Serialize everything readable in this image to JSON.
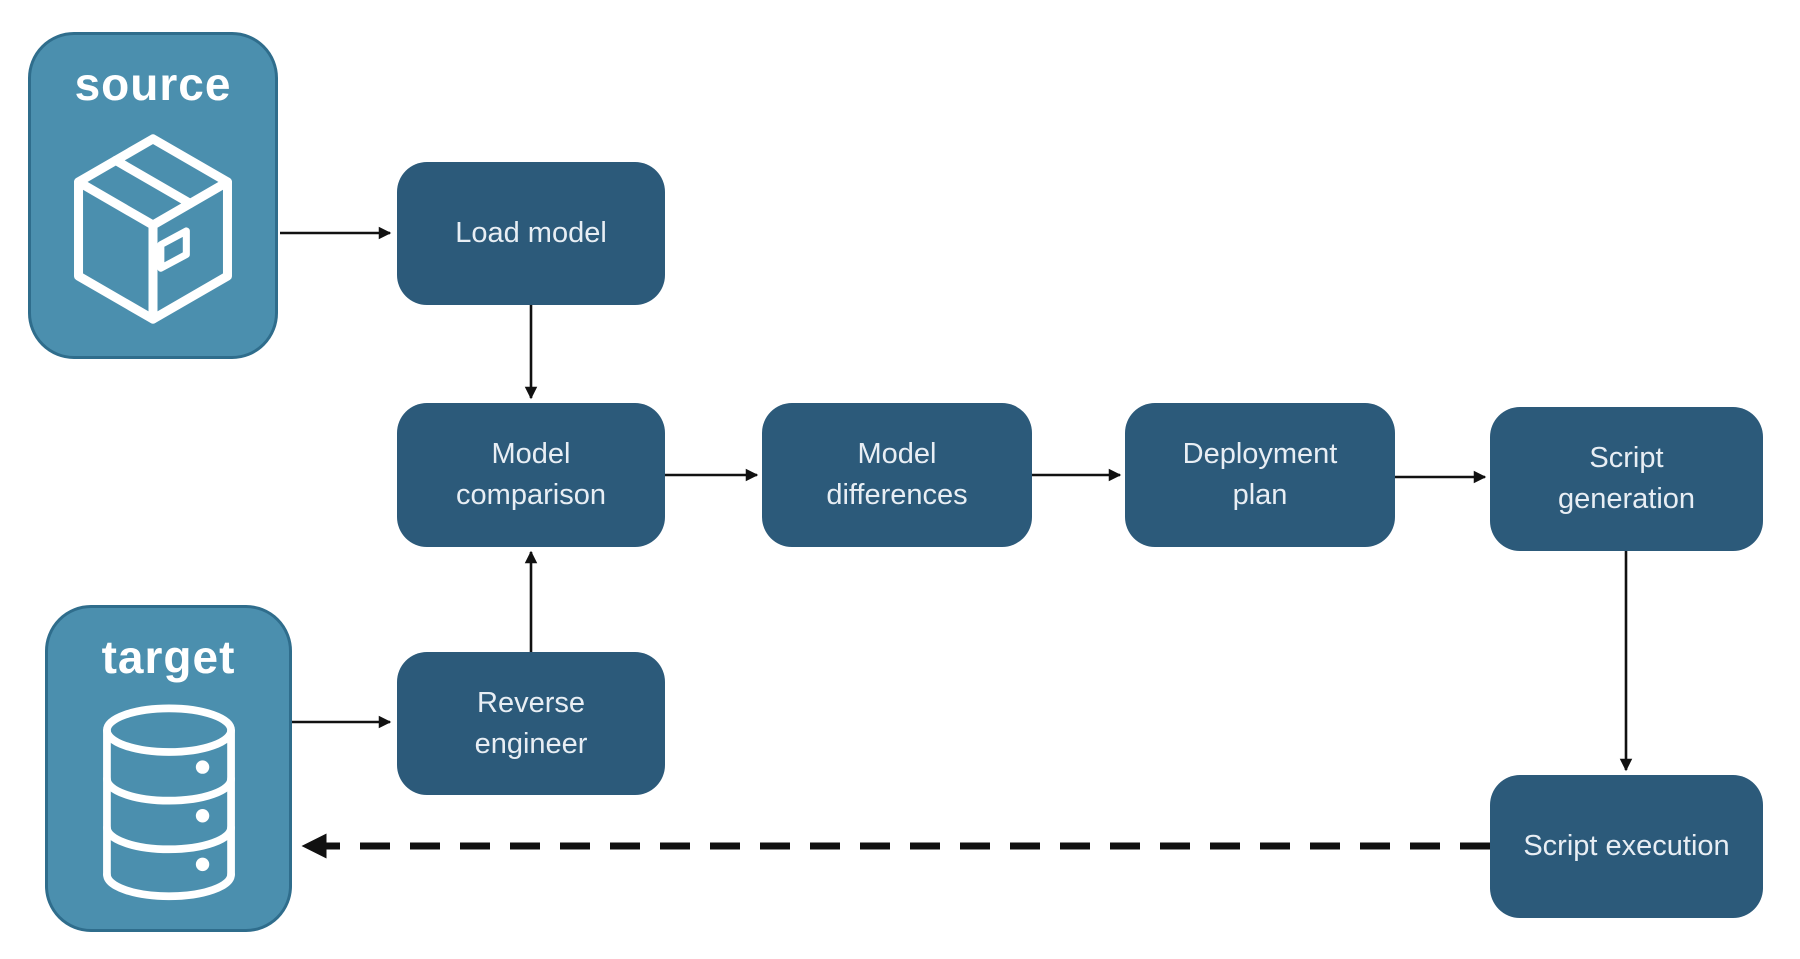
{
  "diagram_type": "flowchart",
  "nodes": {
    "source": {
      "label": "source",
      "kind": "endpoint",
      "icon": "package-icon"
    },
    "target": {
      "label": "target",
      "kind": "endpoint",
      "icon": "database-icon"
    },
    "load_model": {
      "label": "Load model",
      "kind": "process"
    },
    "model_comparison": {
      "label": "Model comparison",
      "kind": "process"
    },
    "model_differences": {
      "label": "Model differences",
      "kind": "process"
    },
    "deployment_plan": {
      "label": "Deployment plan",
      "kind": "process"
    },
    "script_generation": {
      "label": "Script generation",
      "kind": "process"
    },
    "reverse_engineer": {
      "label": "Reverse engineer",
      "kind": "process"
    },
    "script_execution": {
      "label": "Script execution",
      "kind": "process"
    }
  },
  "edges": [
    {
      "from": "source",
      "to": "load_model",
      "style": "solid"
    },
    {
      "from": "load_model",
      "to": "model_comparison",
      "style": "solid"
    },
    {
      "from": "model_comparison",
      "to": "model_differences",
      "style": "solid"
    },
    {
      "from": "model_differences",
      "to": "deployment_plan",
      "style": "solid"
    },
    {
      "from": "deployment_plan",
      "to": "script_generation",
      "style": "solid"
    },
    {
      "from": "target",
      "to": "reverse_engineer",
      "style": "solid"
    },
    {
      "from": "reverse_engineer",
      "to": "model_comparison",
      "style": "solid"
    },
    {
      "from": "script_generation",
      "to": "script_execution",
      "style": "solid"
    },
    {
      "from": "script_execution",
      "to": "target",
      "style": "dashed"
    }
  ],
  "colors": {
    "background": "#ffffff",
    "endpoint_fill": "#4B8FAE",
    "endpoint_border": "#2F6D8C",
    "process_fill": "#2C5A7A",
    "endpoint_text": "#ffffff",
    "process_text": "#E8EEF4",
    "arrow": "#111111"
  }
}
